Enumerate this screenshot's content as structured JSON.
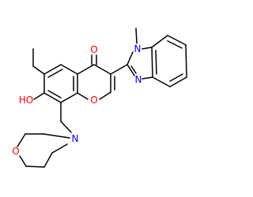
{
  "colors": {
    "bond": "#000000",
    "oxygen": "#ff0000",
    "nitrogen": "#0000ff",
    "background": "#ffffff"
  },
  "atoms": {
    "ketone_o": "O",
    "hydroxyl": "HO",
    "ring_o": "O",
    "imidazole_n_methyl": "N",
    "imidazole_n": "N",
    "morpholine_n": "N",
    "morpholine_o": "O"
  }
}
